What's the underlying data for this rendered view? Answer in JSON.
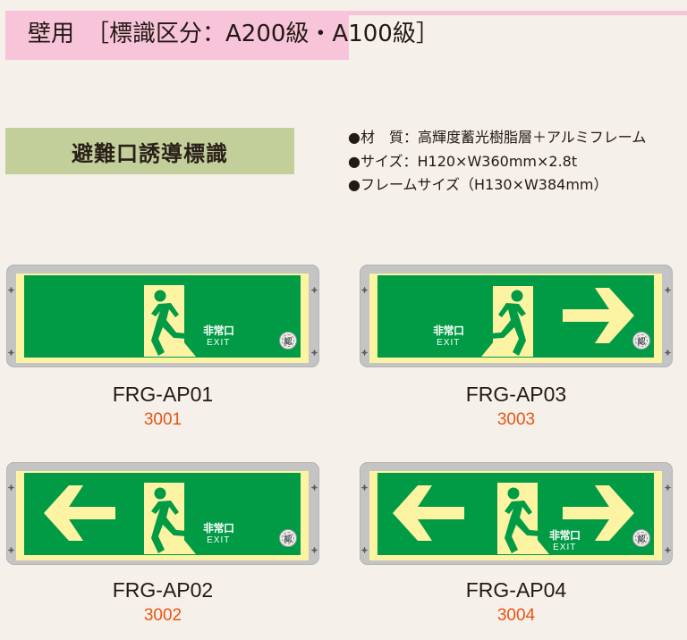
{
  "header": {
    "title": "壁用　［標識区分：A200級・A100級］",
    "bar_color": "#f7c4d9"
  },
  "category": {
    "title": "避難口誘導標識",
    "bg_color": "#c3cf9a"
  },
  "specs": [
    "●材　質：高輝度蓄光樹脂層＋アルミフレーム",
    "●サイズ：H120×W360mm×2.8t",
    "●フレームサイズ（H130×W384mm）"
  ],
  "sign_colors": {
    "panel": "#029b45",
    "glow": "#fdf4a3",
    "frame": "#c4c4c4",
    "code_text": "#e95513"
  },
  "products": [
    {
      "model": "FRG-AP01",
      "code": "3001",
      "exit_jp": "非常口",
      "exit_en": "EXIT",
      "cert_mark": "認",
      "arrows": [],
      "icon": "running-man-door-icon"
    },
    {
      "model": "FRG-AP03",
      "code": "3003",
      "exit_jp": "非常口",
      "exit_en": "EXIT",
      "cert_mark": "認",
      "arrows": [
        "right"
      ],
      "icon": "running-man-door-icon"
    },
    {
      "model": "FRG-AP02",
      "code": "3002",
      "exit_jp": "非常口",
      "exit_en": "EXIT",
      "cert_mark": "認",
      "arrows": [
        "left"
      ],
      "icon": "running-man-door-icon"
    },
    {
      "model": "FRG-AP04",
      "code": "3004",
      "exit_jp": "非常口",
      "exit_en": "EXIT",
      "cert_mark": "認",
      "arrows": [
        "left",
        "right"
      ],
      "icon": "running-man-door-icon"
    }
  ]
}
